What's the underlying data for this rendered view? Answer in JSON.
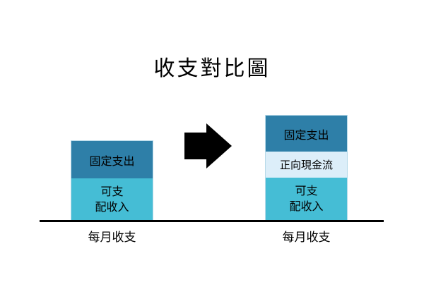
{
  "title": "收支對比圖",
  "colors": {
    "fixed_expense": "#2e7fa8",
    "disposable_income": "#45bdd5",
    "positive_cashflow": "#dceef9",
    "arrow": "#000000",
    "baseline": "#000000"
  },
  "icons": {
    "arrow": "right-arrow"
  },
  "before_bar": {
    "axis_label": "每月收支",
    "segments": {
      "fixed_expense": "固定支出",
      "disposable_line1": "可支",
      "disposable_line2": "配收入"
    }
  },
  "after_bar": {
    "axis_label": "每月收支",
    "segments": {
      "fixed_expense": "固定支出",
      "positive_cashflow": "正向現金流",
      "disposable_line1": "可支",
      "disposable_line2": "配收入"
    }
  }
}
